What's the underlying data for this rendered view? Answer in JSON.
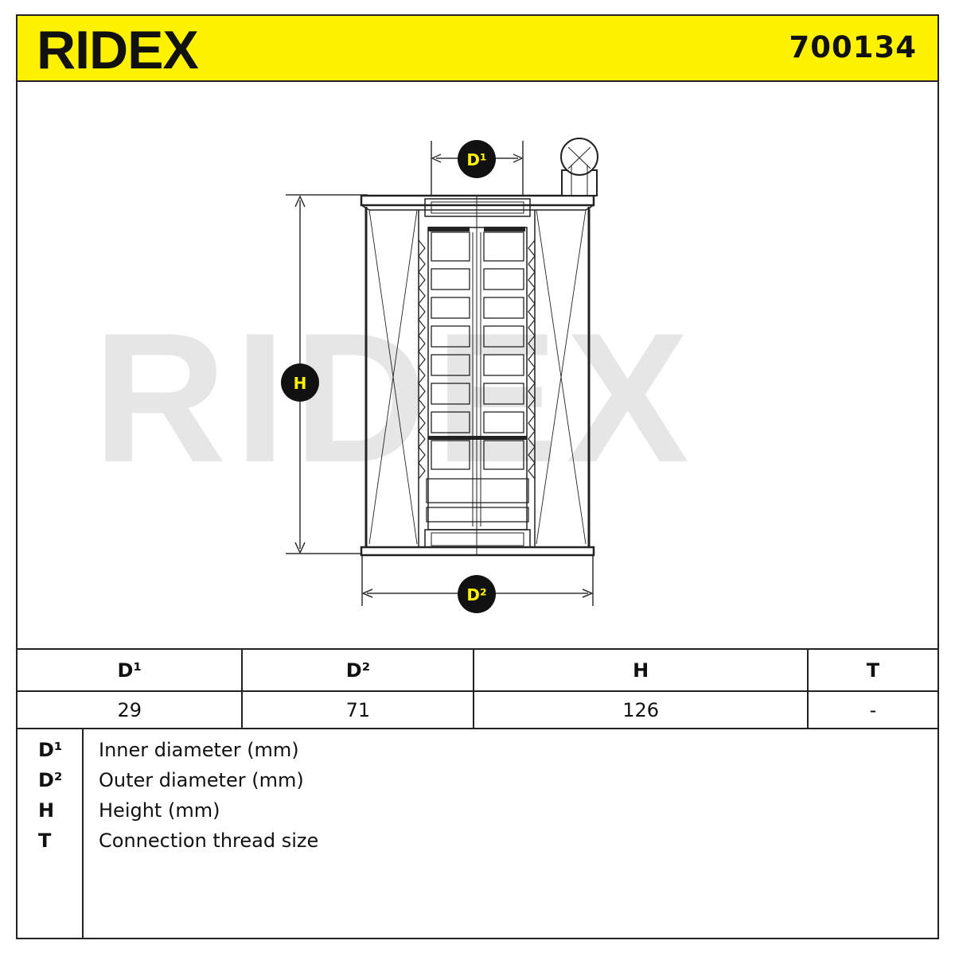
{
  "header": {
    "brand": "RIDEX",
    "part_number": "700134",
    "accent_color": "#fff200"
  },
  "drawing": {
    "watermark": "RIDEX",
    "labels": {
      "d1": "D¹",
      "d2": "D²",
      "h": "H"
    },
    "icons": [
      "filter-element-drawing",
      "dimension-arrow"
    ]
  },
  "specs": {
    "headers": [
      "D¹",
      "D²",
      "H",
      "T"
    ],
    "values": [
      "29",
      "71",
      "126",
      "-"
    ]
  },
  "legend": [
    {
      "key": "D¹",
      "desc": "Inner diameter (mm)"
    },
    {
      "key": "D²",
      "desc": "Outer diameter (mm)"
    },
    {
      "key": "H",
      "desc": "Height (mm)"
    },
    {
      "key": "T",
      "desc": "Connection thread size"
    }
  ]
}
